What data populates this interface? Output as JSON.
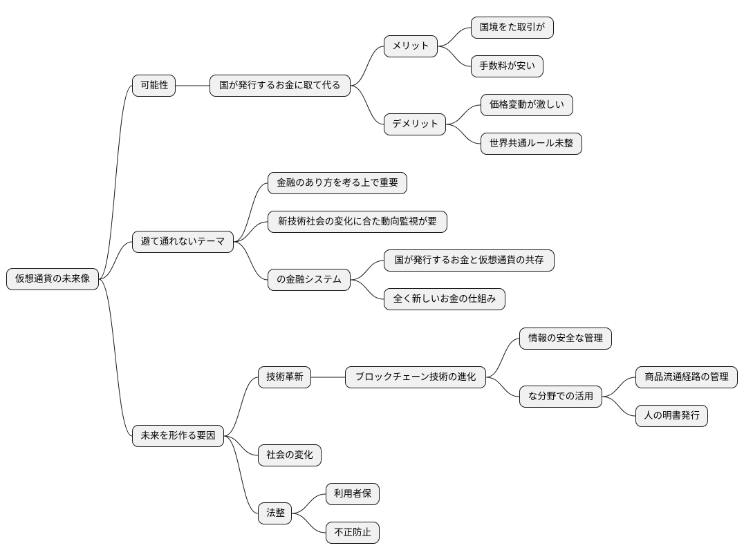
{
  "mindmap": {
    "root": "仮想通貨の未来像",
    "branches": [
      {
        "label": "可能性",
        "children": [
          {
            "label": "国が発行するお金に取て代る",
            "children": [
              {
                "label": "メリット",
                "children": [
                  "国境をた取引が",
                  "手数料が安い"
                ]
              },
              {
                "label": "デメリット",
                "children": [
                  "価格変動が激しい",
                  "世界共通ルール未整"
                ]
              }
            ]
          }
        ]
      },
      {
        "label": "避て通れないテーマ",
        "children": [
          {
            "label": "金融のあり方を考る上で重要"
          },
          {
            "label": "新技術社会の変化に合た動向監視が要"
          },
          {
            "label": "の金融システム",
            "children": [
              "国が発行するお金と仮想通貨の共存",
              "全く新しいお金の仕組み"
            ]
          }
        ]
      },
      {
        "label": "未来を形作る要因",
        "children": [
          {
            "label": "技術革新",
            "children": [
              {
                "label": "ブロックチェーン技術の進化",
                "children": [
                  {
                    "label": "情報の安全な管理"
                  },
                  {
                    "label": "な分野での活用",
                    "children": [
                      "商品流通経路の管理",
                      "人の明書発行"
                    ]
                  }
                ]
              }
            ]
          },
          {
            "label": "社会の変化"
          },
          {
            "label": "法整",
            "children": [
              "利用者保",
              "不正防止"
            ]
          }
        ]
      }
    ]
  }
}
